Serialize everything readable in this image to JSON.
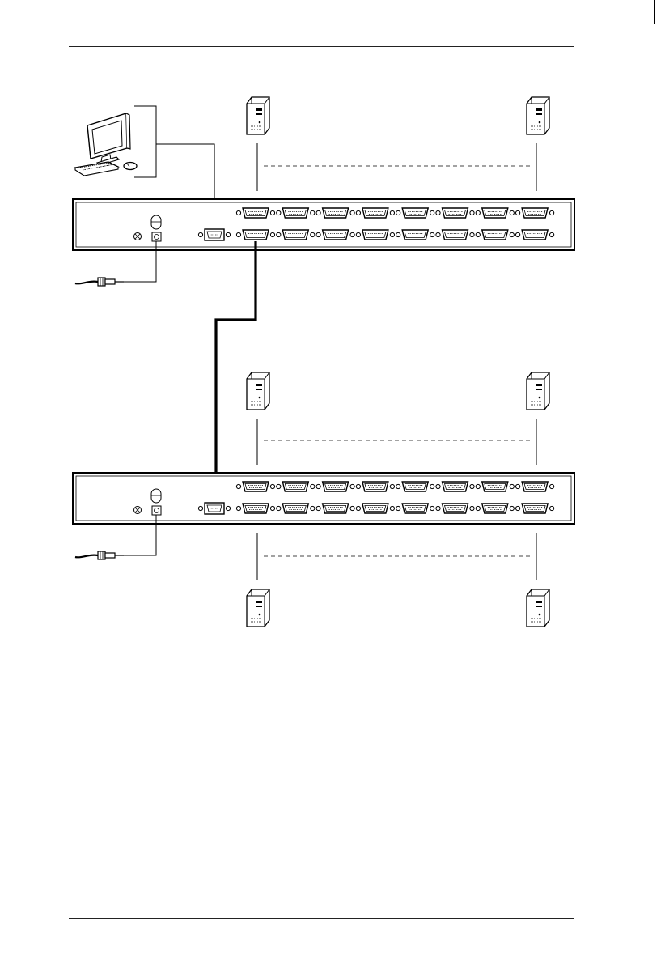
{
  "page": {
    "header_text": "",
    "footer_text": ""
  },
  "colors": {
    "line": "#000000",
    "dash": "#444444",
    "device_fill": "#ffffff",
    "background": "#ffffff"
  },
  "diagram": {
    "kind": "daisy-chain-wiring",
    "switches": [
      {
        "id": "switch-1",
        "port_columns": 8,
        "port_rows": 2,
        "has_console_port": true,
        "has_power_jack": true
      },
      {
        "id": "switch-2",
        "port_columns": 8,
        "port_rows": 2,
        "has_console_port": true,
        "has_power_jack": true
      }
    ],
    "servers": [
      {
        "id": "server-1-left"
      },
      {
        "id": "server-1-right"
      },
      {
        "id": "server-2-top-left"
      },
      {
        "id": "server-2-top-right"
      },
      {
        "id": "server-2-bottom-left"
      },
      {
        "id": "server-2-bottom-right"
      }
    ],
    "console": {
      "items": [
        "monitor-icon",
        "keyboard-icon",
        "mouse-icon"
      ]
    },
    "icons": [
      "monitor-icon",
      "keyboard-icon",
      "mouse-icon",
      "server-tower-icon",
      "power-adapter-icon",
      "db15-port-icon"
    ]
  }
}
